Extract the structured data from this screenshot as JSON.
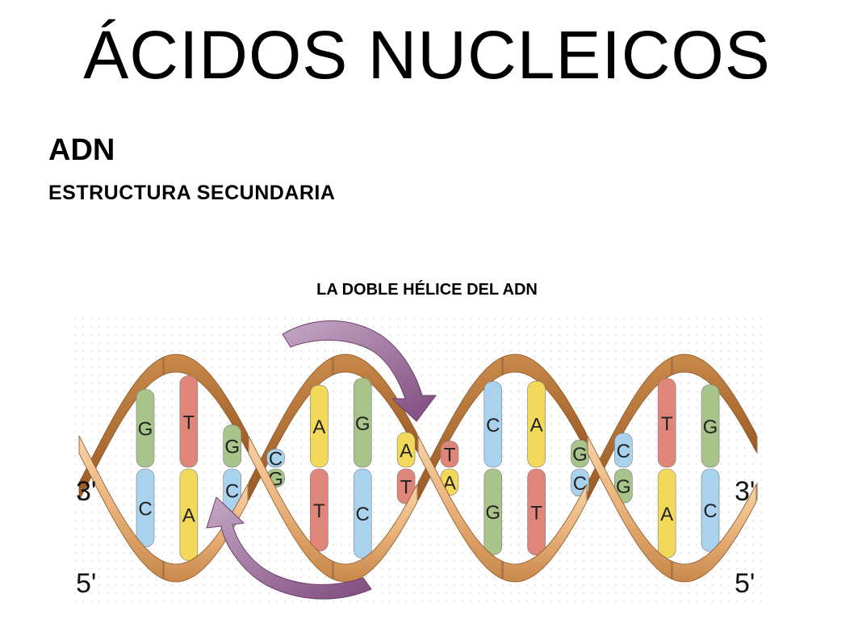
{
  "title": "ÁCIDOS NUCLEICOS",
  "subtitle": "ADN",
  "section": "ESTRUCTURA SECUNDARIA",
  "figure": {
    "caption": "LA DOBLE HÉLICE DEL ADN",
    "end_labels": {
      "left_top": "3'",
      "left_bottom": "5'",
      "right_top": "3'",
      "right_bottom": "5'"
    },
    "base_pairs": [
      {
        "top": "G",
        "bottom": "C"
      },
      {
        "top": "T",
        "bottom": "A"
      },
      {
        "top": "G",
        "bottom": "C"
      },
      {
        "top": "C",
        "bottom": "G"
      },
      {
        "top": "A",
        "bottom": "T"
      },
      {
        "top": "G",
        "bottom": "C"
      },
      {
        "top": "A",
        "bottom": "T"
      },
      {
        "top": "T",
        "bottom": "A"
      },
      {
        "top": "C",
        "bottom": "G"
      },
      {
        "top": "A",
        "bottom": "T"
      },
      {
        "top": "G",
        "bottom": "C"
      },
      {
        "top": "C",
        "bottom": "G"
      },
      {
        "top": "T",
        "bottom": "A"
      },
      {
        "top": "G",
        "bottom": "C"
      }
    ],
    "colors": {
      "A": "#f2d95a",
      "T": "#e0857a",
      "G": "#a8c48a",
      "C": "#a9d2ee",
      "backbone_light": "#f0c08a",
      "backbone_dark": "#b86f2e",
      "arrow": "#9a6a9a",
      "grid_dot": "#d9d9d9"
    }
  }
}
